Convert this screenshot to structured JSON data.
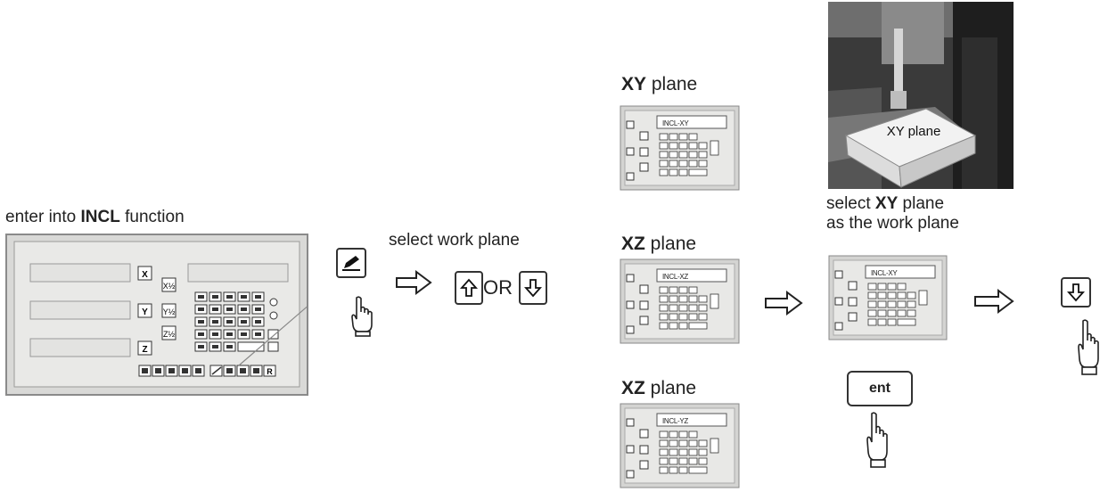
{
  "step1": {
    "caption_pre": "enter into ",
    "caption_bold": "INCL",
    "caption_post": " function",
    "panel": {
      "axis_keys": [
        "X",
        "Y",
        "Z"
      ],
      "half_keys": [
        "X½",
        "Y½",
        "Z½"
      ],
      "bottom_key": "R"
    }
  },
  "step2": {
    "caption": "select work plane",
    "or_label": "OR",
    "up_icon": "arrow-up-key-icon",
    "down_icon": "arrow-down-key-icon"
  },
  "planes": [
    {
      "bold": "XY",
      "rest": " plane",
      "screen_text": "INCL-XY"
    },
    {
      "bold": "XZ",
      "rest": " plane",
      "screen_text": "INCL-XZ"
    },
    {
      "bold": "XZ",
      "rest": " plane",
      "screen_text": "INCL-YZ"
    }
  ],
  "step3": {
    "photo_label": "XY  plane",
    "caption_line1_pre": "select ",
    "caption_line1_bold": "XY",
    "caption_line1_post": " plane",
    "caption_line2": "as the work plane",
    "screen_text": "INCL-XY",
    "ent_label": "ent"
  },
  "step4": {
    "down_icon": "arrow-down-key-icon"
  },
  "colors": {
    "panel_bg": "#e6e6e4",
    "panel_border": "#8a8a8a",
    "line": "#333333",
    "photo_dark": "#2a2a2a"
  }
}
